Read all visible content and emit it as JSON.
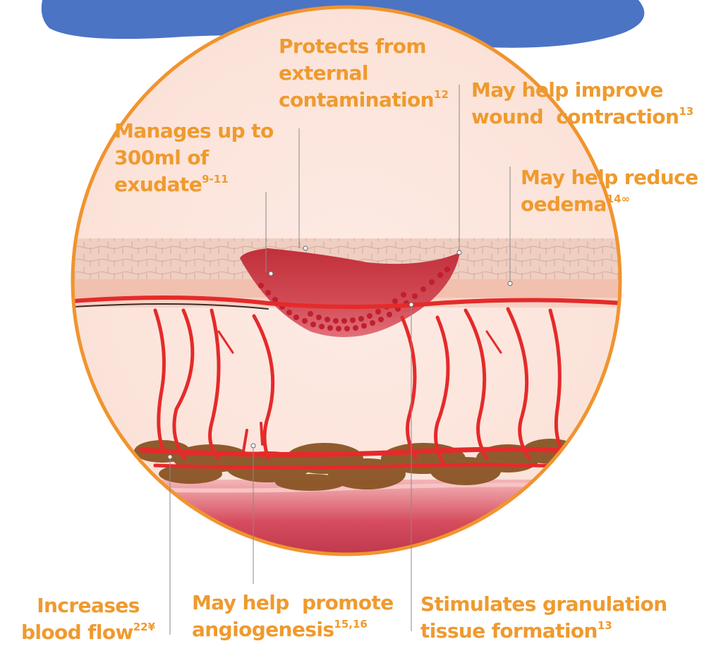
{
  "labels": {
    "contamination": {
      "lines": [
        "Protects from",
        "external",
        "contamination"
      ],
      "ref": "12"
    },
    "contraction": {
      "lines": [
        "May help improve",
        "wound  contraction"
      ],
      "ref": "13"
    },
    "exudate": {
      "lines": [
        "Manages up to",
        "300ml of",
        "exudate"
      ],
      "ref": "9-11"
    },
    "oedema": {
      "lines": [
        "May help reduce",
        "oedema"
      ],
      "ref": "14∞"
    },
    "blood_flow": {
      "lines": [
        "Increases",
        "blood flow"
      ],
      "ref": "22¥"
    },
    "angiogenesis": {
      "lines": [
        "May help  promote",
        "angiogenesis"
      ],
      "ref": "15,16"
    },
    "granulation": {
      "lines": [
        "Stimulates granulation",
        "tissue formation"
      ],
      "ref": "13"
    }
  },
  "colors": {
    "label_text": "#ef9a2e",
    "circle_outline": "#f0942f",
    "header_blob": "#4b74c4",
    "vessel": "#e52a2a",
    "wound": "#c8323c",
    "skin_top": "#efc8b8",
    "fat_layer": "#8a5424",
    "muscle": "#d24a5a"
  }
}
